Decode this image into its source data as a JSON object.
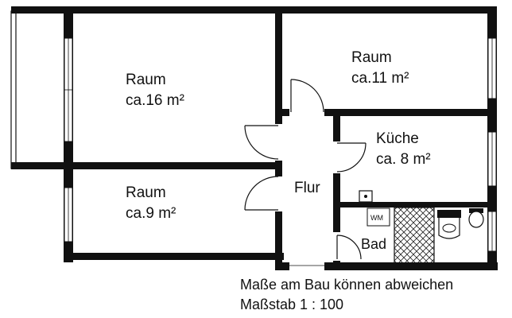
{
  "rooms": {
    "room_16": {
      "name": "Raum",
      "area": "ca.16 m²"
    },
    "room_11": {
      "name": "Raum",
      "area": "ca.11 m²"
    },
    "room_9": {
      "name": "Raum",
      "area": "ca.9 m²"
    },
    "kitchen": {
      "name": "Küche",
      "area": "ca. 8 m²"
    },
    "hall": {
      "name": "Flur"
    },
    "bath": {
      "name": "Bad"
    }
  },
  "fixtures": {
    "washing_machine": "WM"
  },
  "notes": {
    "disclaimer": "Maße am Bau können abweichen",
    "scale": "Maßstab 1 : 100"
  },
  "colors": {
    "wall": "#111111",
    "background": "#ffffff"
  }
}
